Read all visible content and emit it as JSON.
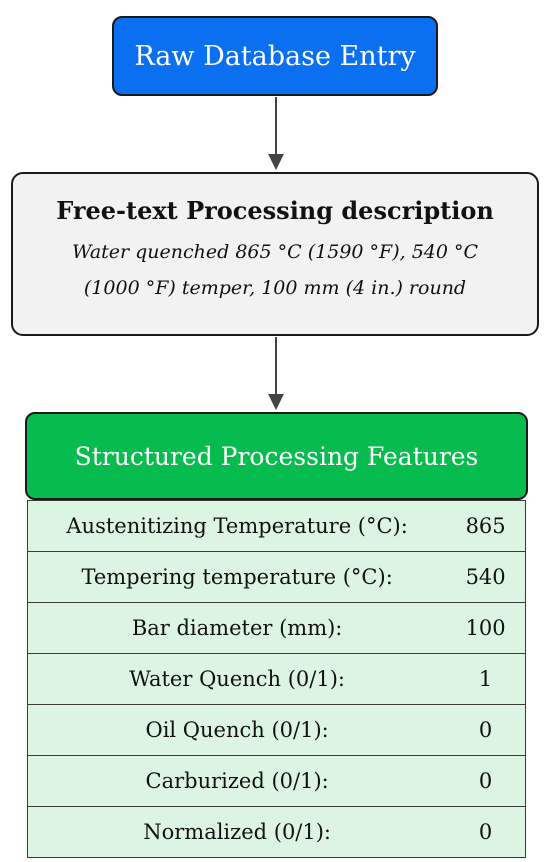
{
  "raw_entry": {
    "label": "Raw Database Entry",
    "color": "#0a6ff0"
  },
  "free_text": {
    "title": "Free-text Processing description",
    "line1": "Water quenched 865 °C (1590 °F), 540 °C",
    "line2": "(1000 °F) temper, 100 mm (4 in.) round"
  },
  "structured": {
    "title": "Structured Processing Features",
    "color": "#07bc4f",
    "rows": [
      {
        "label": "Austenitizing Temperature (°C):",
        "value": "865"
      },
      {
        "label": "Tempering temperature (°C):",
        "value": "540"
      },
      {
        "label": "Bar diameter (mm):",
        "value": "100"
      },
      {
        "label": "Water Quench (0/1):",
        "value": "1"
      },
      {
        "label": "Oil Quench (0/1):",
        "value": "0"
      },
      {
        "label": "Carburized (0/1):",
        "value": "0"
      },
      {
        "label": "Normalized (0/1):",
        "value": "0"
      }
    ]
  }
}
